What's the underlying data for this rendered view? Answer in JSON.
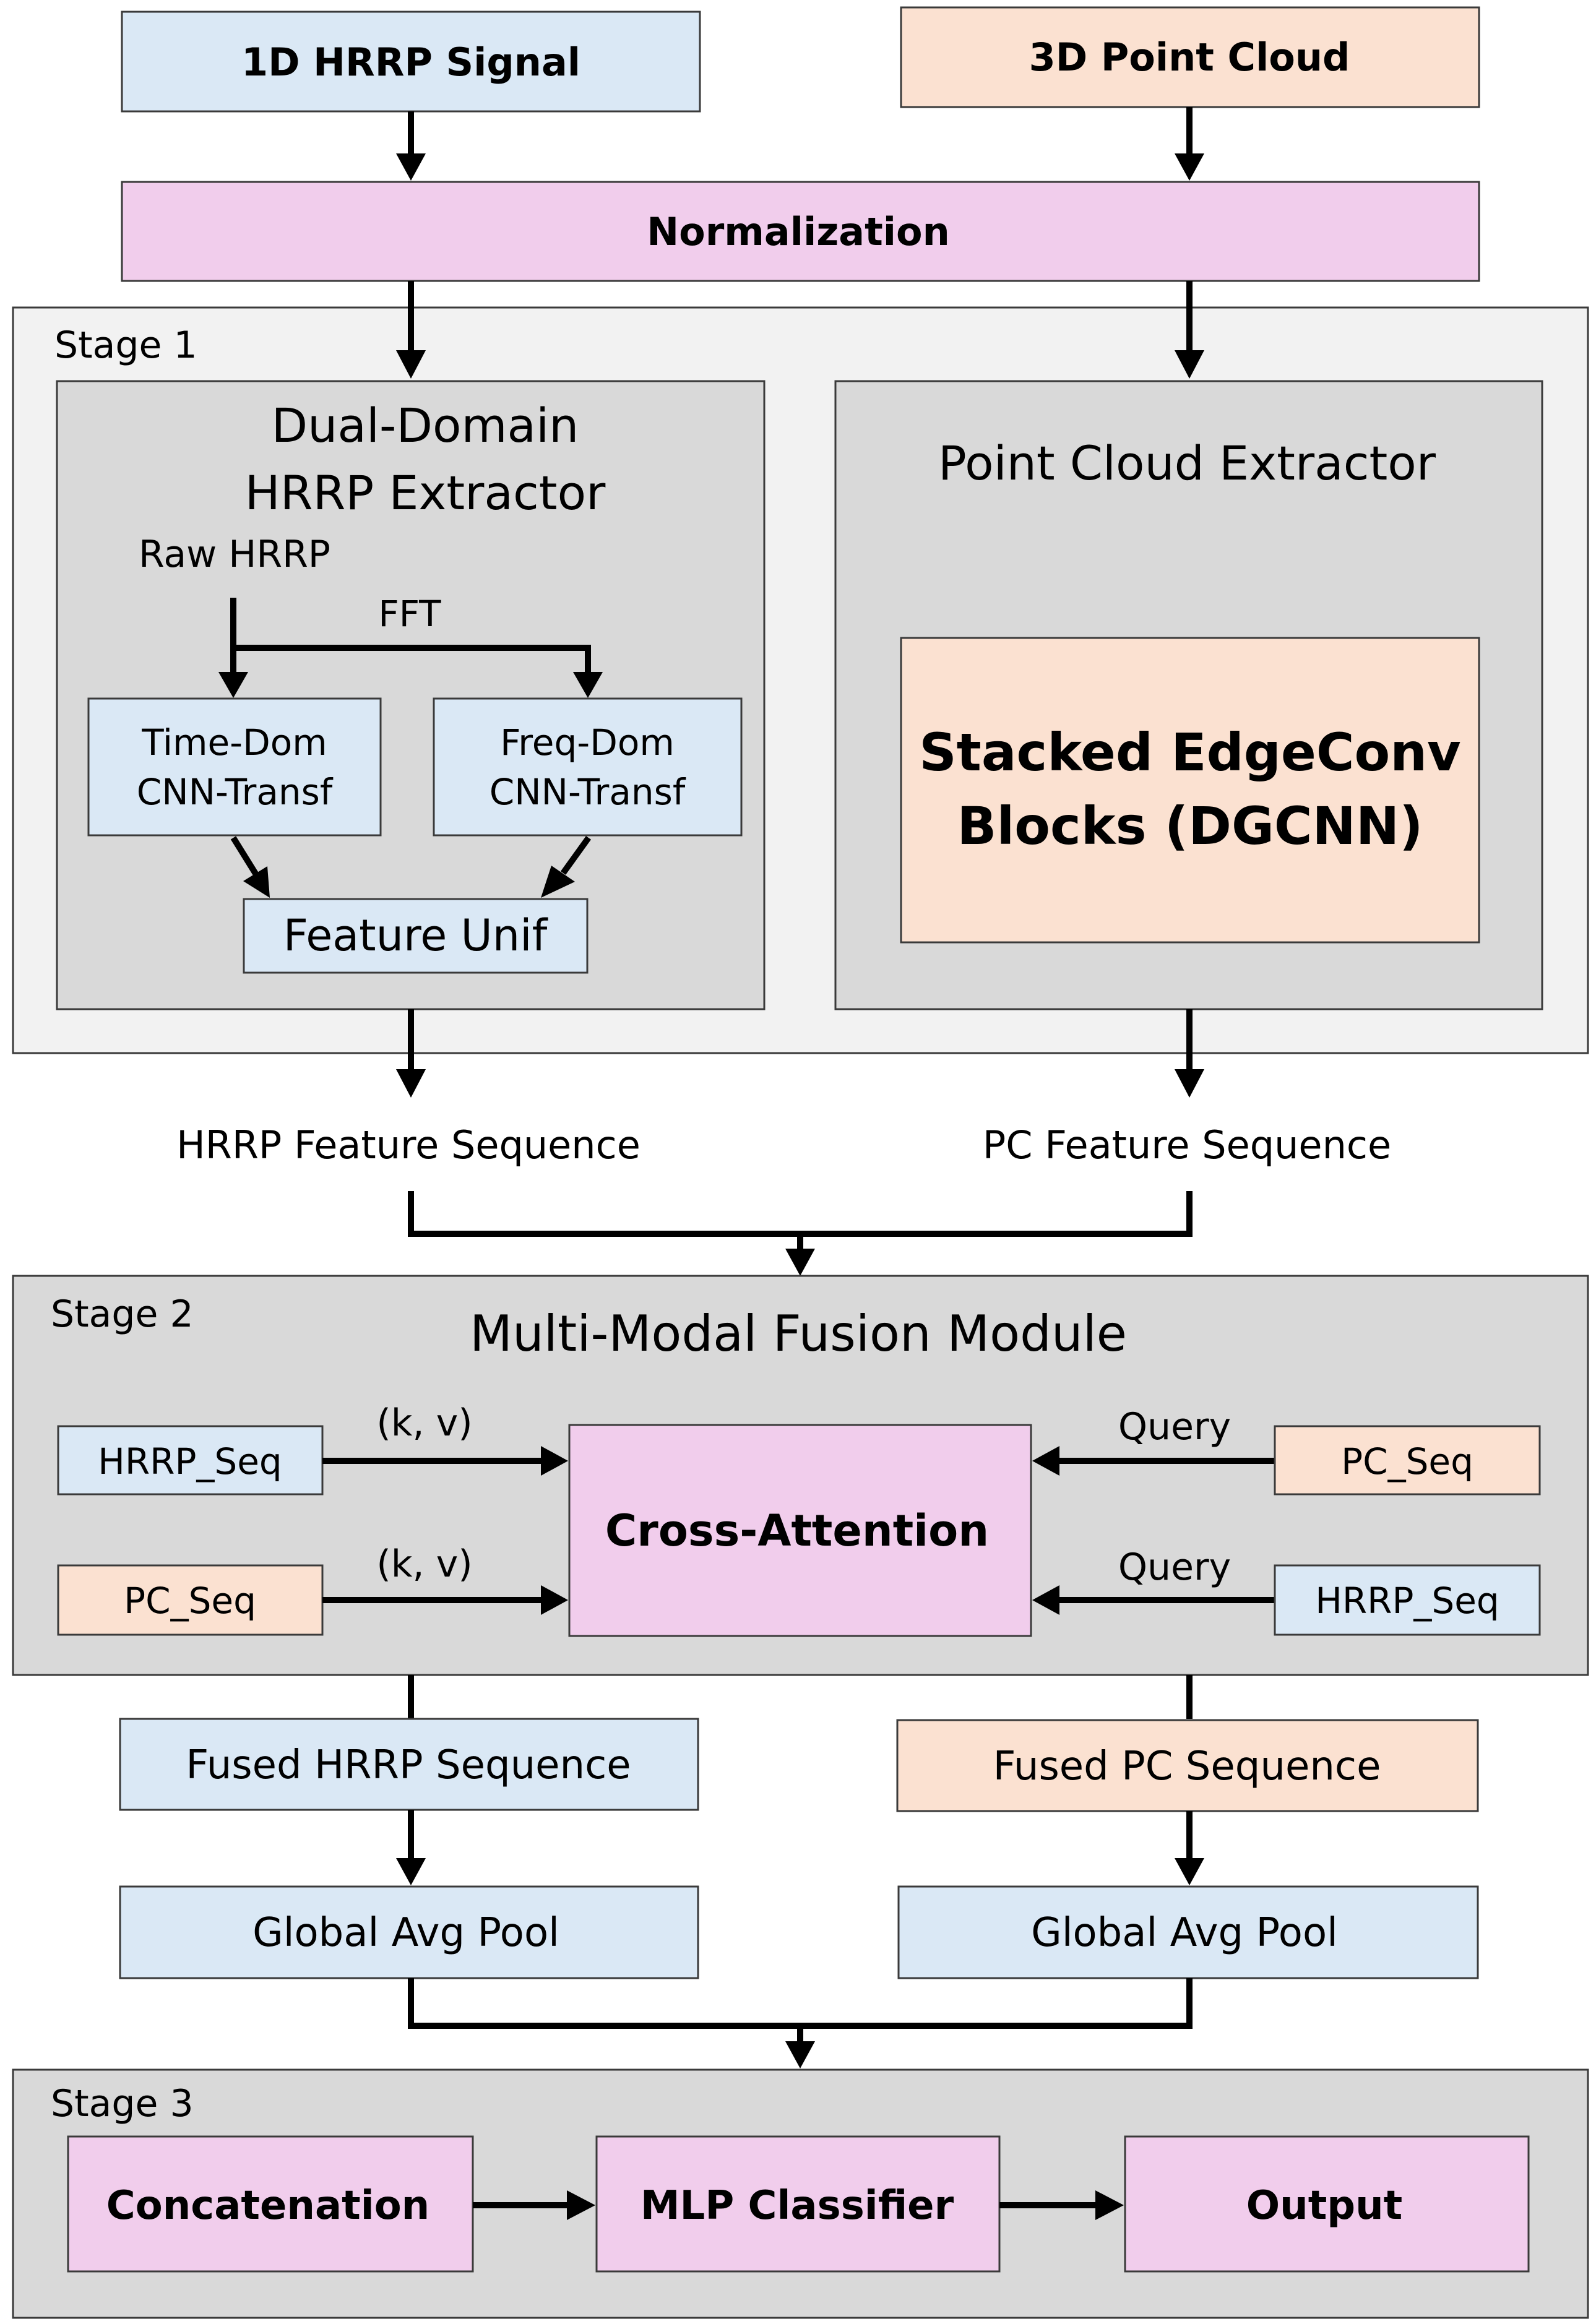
{
  "colors": {
    "blue_box": "#dae8f5",
    "peach_box": "#fbe1d1",
    "pink_box": "#f1cdec",
    "stage_light_bg": "#f2f2f2",
    "stage_gray_bg": "#d9d9d9",
    "inner_panel_bg": "#d9d9d9",
    "stroke": "#3a3a3a",
    "arrow": "#000000"
  },
  "inputs": {
    "hrrp_signal": "1D HRRP Signal",
    "point_cloud": "3D Point Cloud"
  },
  "normalization": "Normalization",
  "stage1": {
    "label": "Stage 1",
    "hrrp_extractor": {
      "title_line1": "Dual-Domain",
      "title_line2": "HRRP Extractor",
      "raw_label": "Raw HRRP",
      "fft_label": "FFT",
      "time_dom_line1": "Time-Dom",
      "time_dom_line2": "CNN-Transf",
      "freq_dom_line1": "Freq-Dom",
      "freq_dom_line2": "CNN-Transf",
      "feature_unif": "Feature Unif"
    },
    "pc_extractor": {
      "title": "Point Cloud Extractor",
      "edgeconv_line1": "Stacked EdgeConv",
      "edgeconv_line2": "Blocks (DGCNN)"
    }
  },
  "sequences": {
    "hrrp_feature": "HRRP Feature Sequence",
    "pc_feature": "PC Feature Sequence"
  },
  "stage2": {
    "label": "Stage 2",
    "title": "Multi-Modal Fusion Module",
    "left_top": "HRRP_Seq",
    "left_bottom": "PC_Seq",
    "kv_top": "(k, v)",
    "kv_bottom": "(k, v)",
    "cross_attention": "Cross-Attention",
    "query_top": "Query",
    "query_bottom": "Query",
    "right_top": "PC_Seq",
    "right_bottom": "HRRP_Seq"
  },
  "fused": {
    "hrrp": "Fused HRRP Sequence",
    "pc": "Fused PC Sequence"
  },
  "pooling": {
    "hrrp": "Global Avg Pool",
    "pc": "Global Avg Pool"
  },
  "stage3": {
    "label": "Stage 3",
    "concatenation": "Concatenation",
    "mlp": "MLP Classifier",
    "output": "Output"
  }
}
